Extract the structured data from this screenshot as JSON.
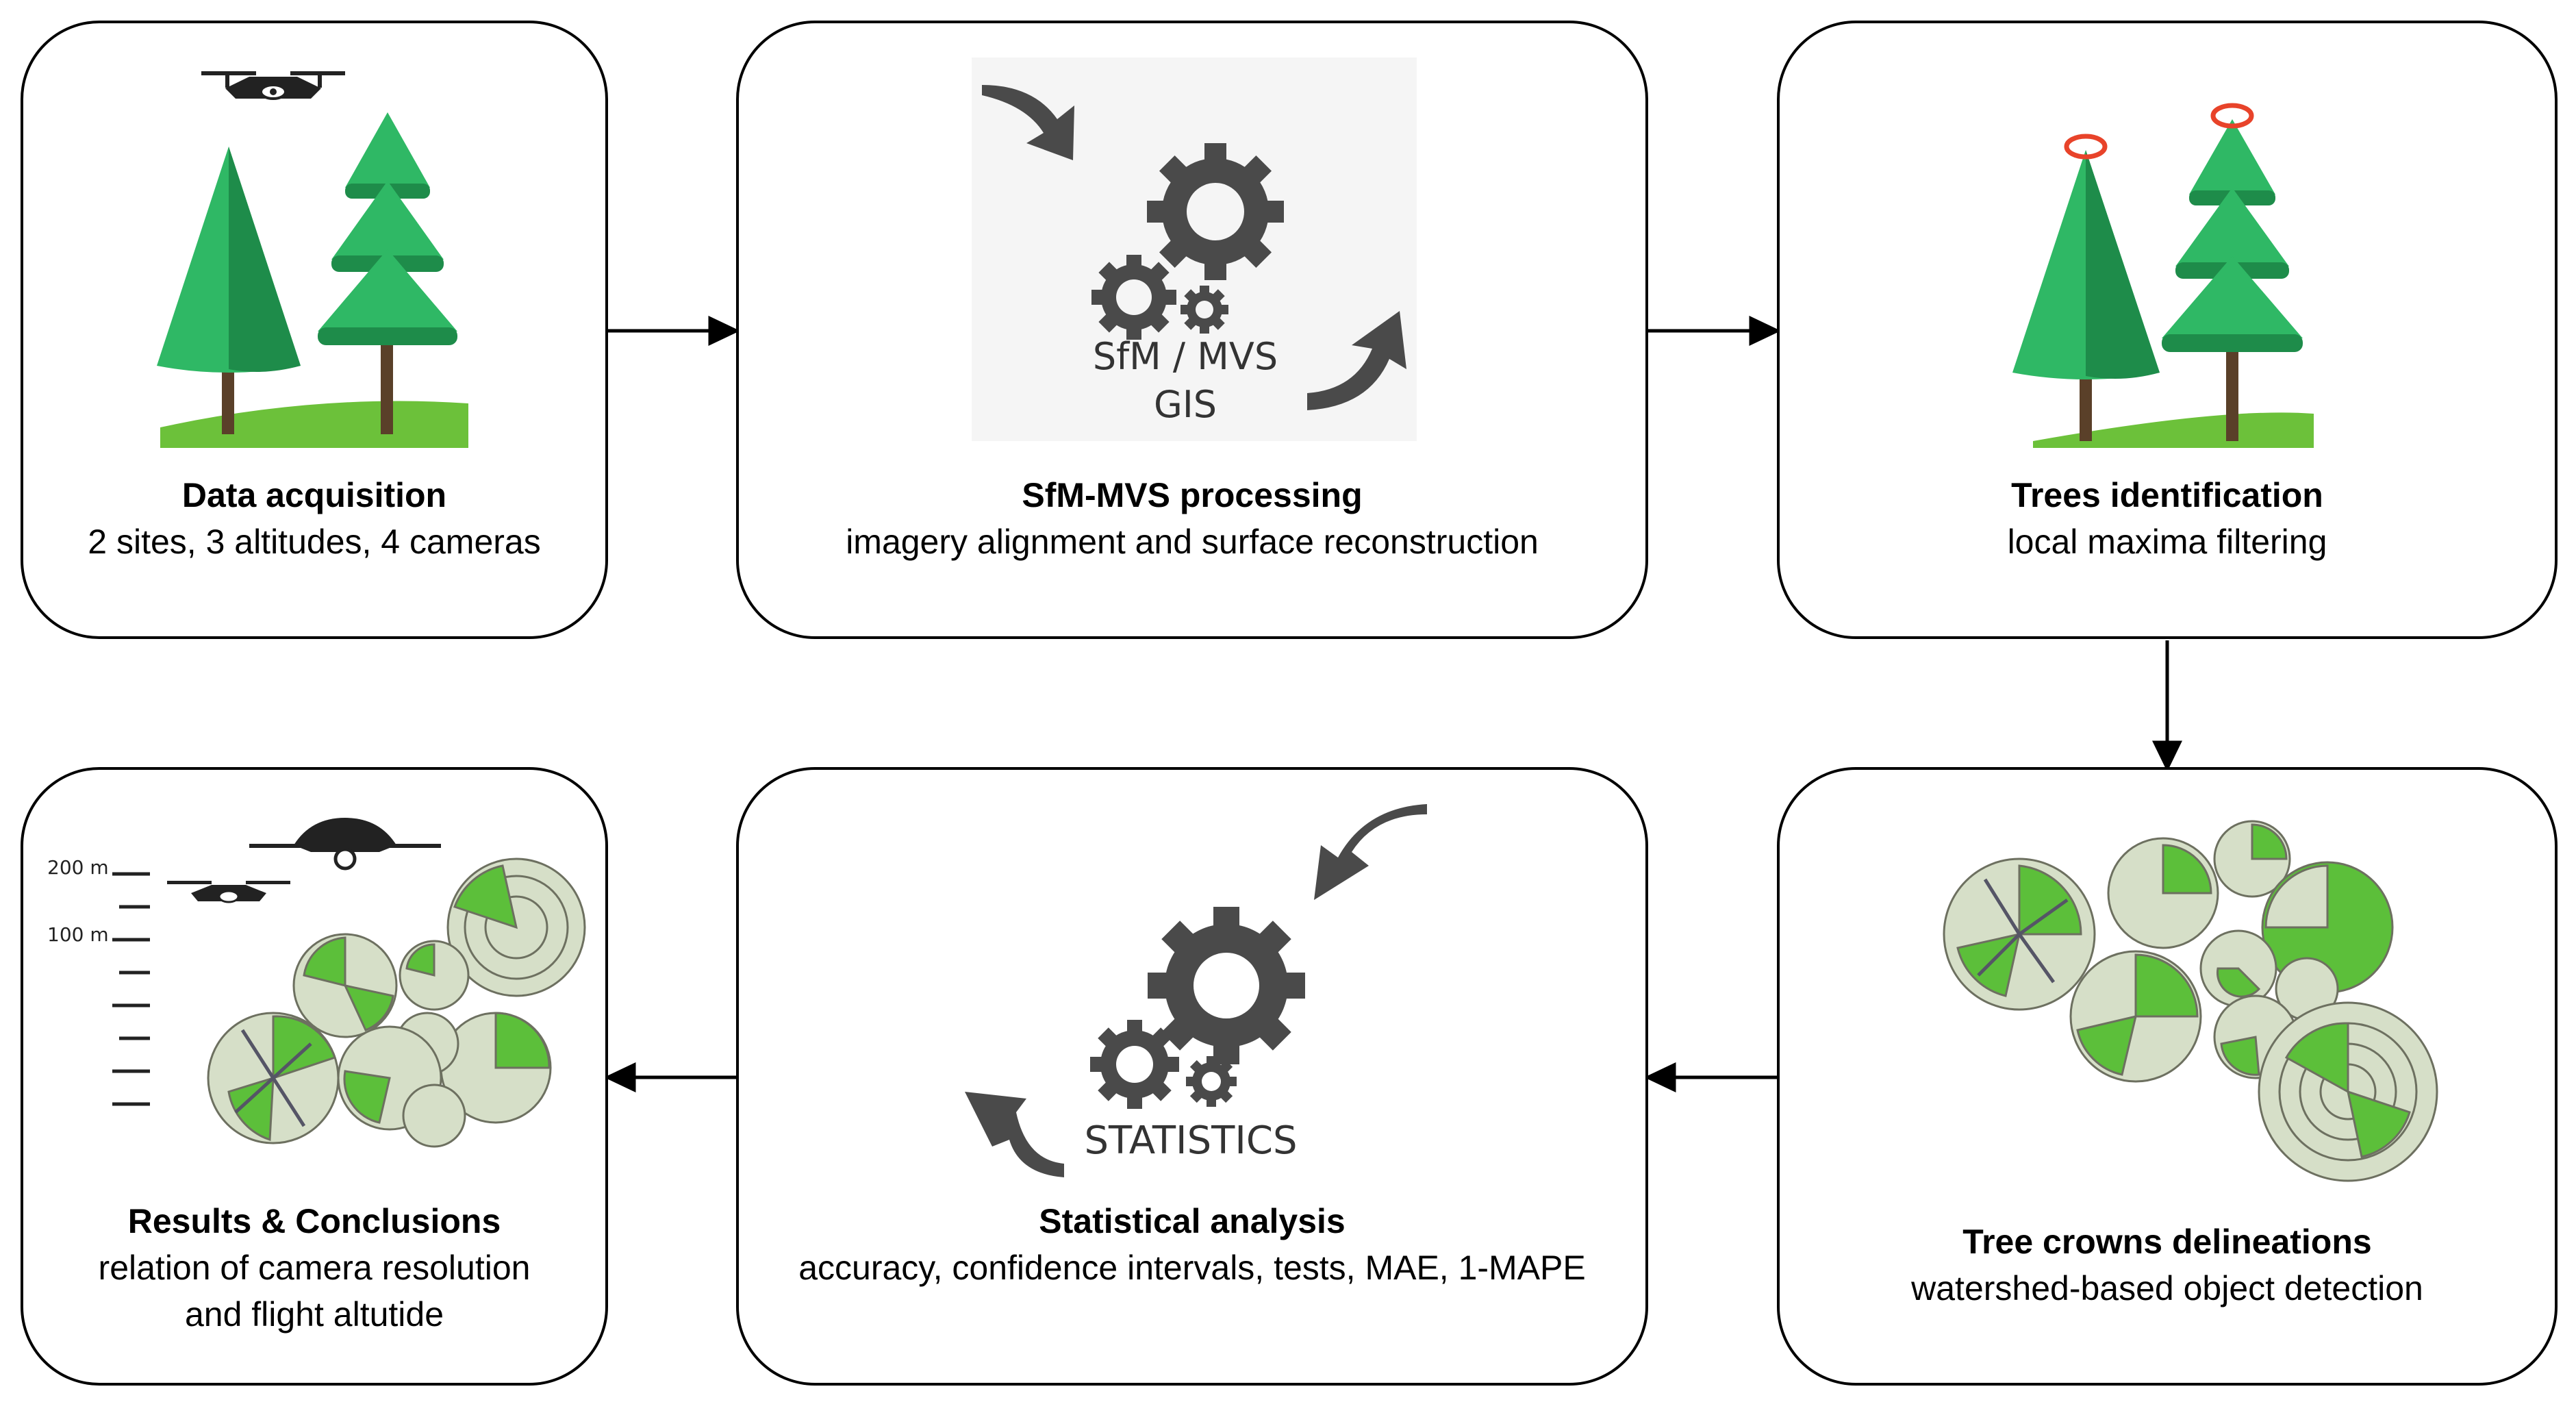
{
  "steps": [
    {
      "id": "data-acquisition",
      "title": "Data acquisition",
      "subtitle": [
        "2 sites, 3 altitudes, 4 cameras"
      ]
    },
    {
      "id": "sfm-mvs-processing",
      "title": "SfM-MVS processing",
      "subtitle": [
        "imagery alignment and surface reconstruction"
      ],
      "icon_text": [
        "SfM / MVS",
        "GIS"
      ]
    },
    {
      "id": "trees-identification",
      "title": "Trees identification",
      "subtitle": [
        "local maxima filtering"
      ]
    },
    {
      "id": "tree-crowns-delineations",
      "title": "Tree crowns delineations",
      "subtitle": [
        "watershed-based object detection"
      ]
    },
    {
      "id": "statistical-analysis",
      "title": "Statistical analysis",
      "subtitle": [
        "accuracy, confidence intervals, tests, MAE, 1-MAPE"
      ],
      "icon_text": [
        "STATISTICS"
      ]
    },
    {
      "id": "results-conclusions",
      "title": "Results & Conclusions",
      "subtitle": [
        "relation of camera resolution",
        "and flight altutide"
      ],
      "altitude_labels": [
        "200 m",
        "100 m"
      ]
    }
  ],
  "flow": [
    "data-acquisition",
    "sfm-mvs-processing",
    "trees-identification",
    "tree-crowns-delineations",
    "statistical-analysis",
    "results-conclusions"
  ],
  "colors": {
    "tree_dark": "#1e8c4a",
    "tree_light": "#2fb865",
    "trunk": "#5a4029",
    "ground": "#6cc13a",
    "gear": "#4a4a4a",
    "marker": "#e8432a",
    "crown_green": "#5cbf3a",
    "crown_pale": "#d6dfc8"
  }
}
